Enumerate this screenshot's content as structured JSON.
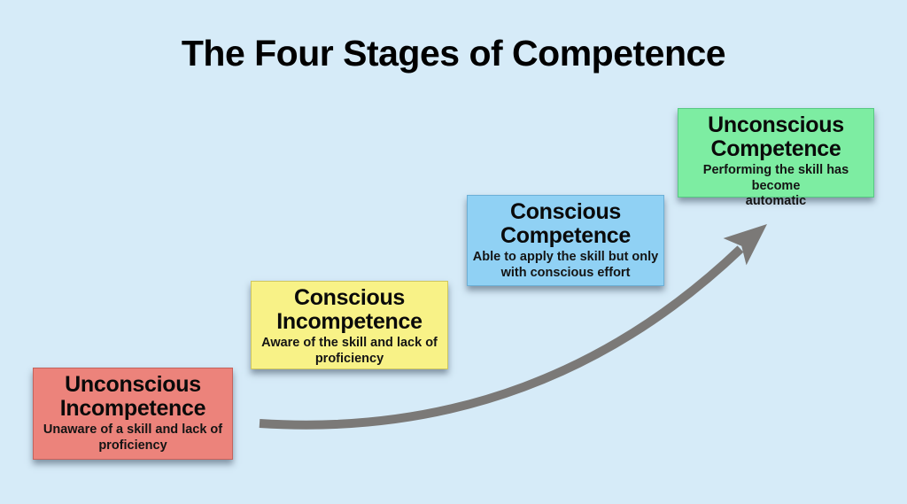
{
  "title": "The Four Stages of Competence",
  "colors": {
    "background": "#D6EBF8",
    "title_text": "#000000",
    "arrow": "#7B7977",
    "shadow": "rgba(45,62,82,0.5)"
  },
  "stages": [
    {
      "heading": "Unconscious\nIncompetence",
      "description": "Unaware of a skill and lack of\nproficiency",
      "fill": "#EC837B",
      "border": "#C4635C"
    },
    {
      "heading": "Conscious\nIncompetence",
      "description": "Aware of the skill and lack of\nproficiency",
      "fill": "#F8F287",
      "border": "#CFC75F"
    },
    {
      "heading": "Conscious\nCompetence",
      "description": "Able to apply the skill but only\nwith conscious effort",
      "fill": "#90D1F4",
      "border": "#6CAFD6"
    },
    {
      "heading": "Unconscious\nCompetence",
      "description": "Performing the skill has become\nautomatic",
      "fill": "#7DEDA2",
      "border": "#57C983"
    }
  ],
  "arrow": {
    "meaning": "progression from unconscious incompetence to unconscious competence"
  }
}
